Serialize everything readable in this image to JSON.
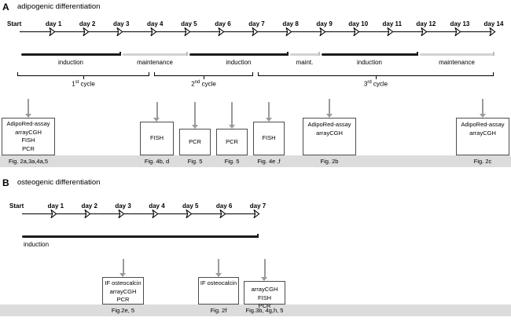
{
  "panelA": {
    "letter": "A",
    "title": "adipogenic differentiation",
    "start_label": "Start",
    "days": [
      "day 1",
      "day 2",
      "day 3",
      "day 4",
      "day 5",
      "day 6",
      "day 7",
      "day 8",
      "day 9",
      "day 10",
      "day 11",
      "day 12",
      "day 13",
      "day 14"
    ],
    "phases": [
      {
        "label": "induction",
        "type": "dark"
      },
      {
        "label": "maintenance",
        "type": "light"
      },
      {
        "label": "induction",
        "type": "dark"
      },
      {
        "label": "maint.",
        "type": "light"
      },
      {
        "label": "induction",
        "type": "dark"
      },
      {
        "label": "maintenance",
        "type": "light"
      }
    ],
    "cycles": [
      {
        "ordinal": "1",
        "suffix": "st",
        "label": "cycle"
      },
      {
        "ordinal": "2",
        "suffix": "nd",
        "label": "cycle"
      },
      {
        "ordinal": "3",
        "suffix": "rd",
        "label": "cycle"
      }
    ],
    "assays": [
      {
        "lines": [
          "AdipoRed-assay",
          "arrayCGH",
          "FISH",
          "PCR"
        ],
        "caption": "Fig. 2a,3a,4a,5"
      },
      {
        "lines": [
          "FISH"
        ],
        "caption": "Fig. 4b, d"
      },
      {
        "lines": [
          "PCR"
        ],
        "caption": "Fig. 5"
      },
      {
        "lines": [
          "PCR"
        ],
        "caption": "Fig. 5"
      },
      {
        "lines": [
          "FISH"
        ],
        "caption": "Fig. 4e ,f"
      },
      {
        "lines": [
          "AdipoRed-assay",
          "arrayCGH"
        ],
        "caption": "Fig. 2b"
      },
      {
        "lines": [
          "AdipoRed-assay",
          "arrayCGH"
        ],
        "caption": "Fig. 2c"
      }
    ]
  },
  "panelB": {
    "letter": "B",
    "title": "osteogenic differentiation",
    "start_label": "Start",
    "days": [
      "day 1",
      "day 2",
      "day 3",
      "day 4",
      "day 5",
      "day 6",
      "day 7"
    ],
    "phases": [
      {
        "label": "induction",
        "type": "dark"
      }
    ],
    "assays": [
      {
        "lines": [
          "IF osteocalcin",
          "arrayCGH",
          "",
          "PCR"
        ],
        "caption": "Fig.2e,  5"
      },
      {
        "lines": [
          "IF osteocalcin"
        ],
        "caption": "Fig. 2f"
      },
      {
        "lines": [
          "arrayCGH",
          "FISH",
          "PCR"
        ],
        "caption": "Fig.3b, 4g,h, 5"
      }
    ]
  },
  "colors": {
    "induction_bar": "#1a1a1a",
    "maintenance_bar": "#d2d2d2",
    "caption_strip": "#dcdcdc",
    "arrow_connector": "#9a9a9a",
    "box_border": "#4d4d4d"
  }
}
